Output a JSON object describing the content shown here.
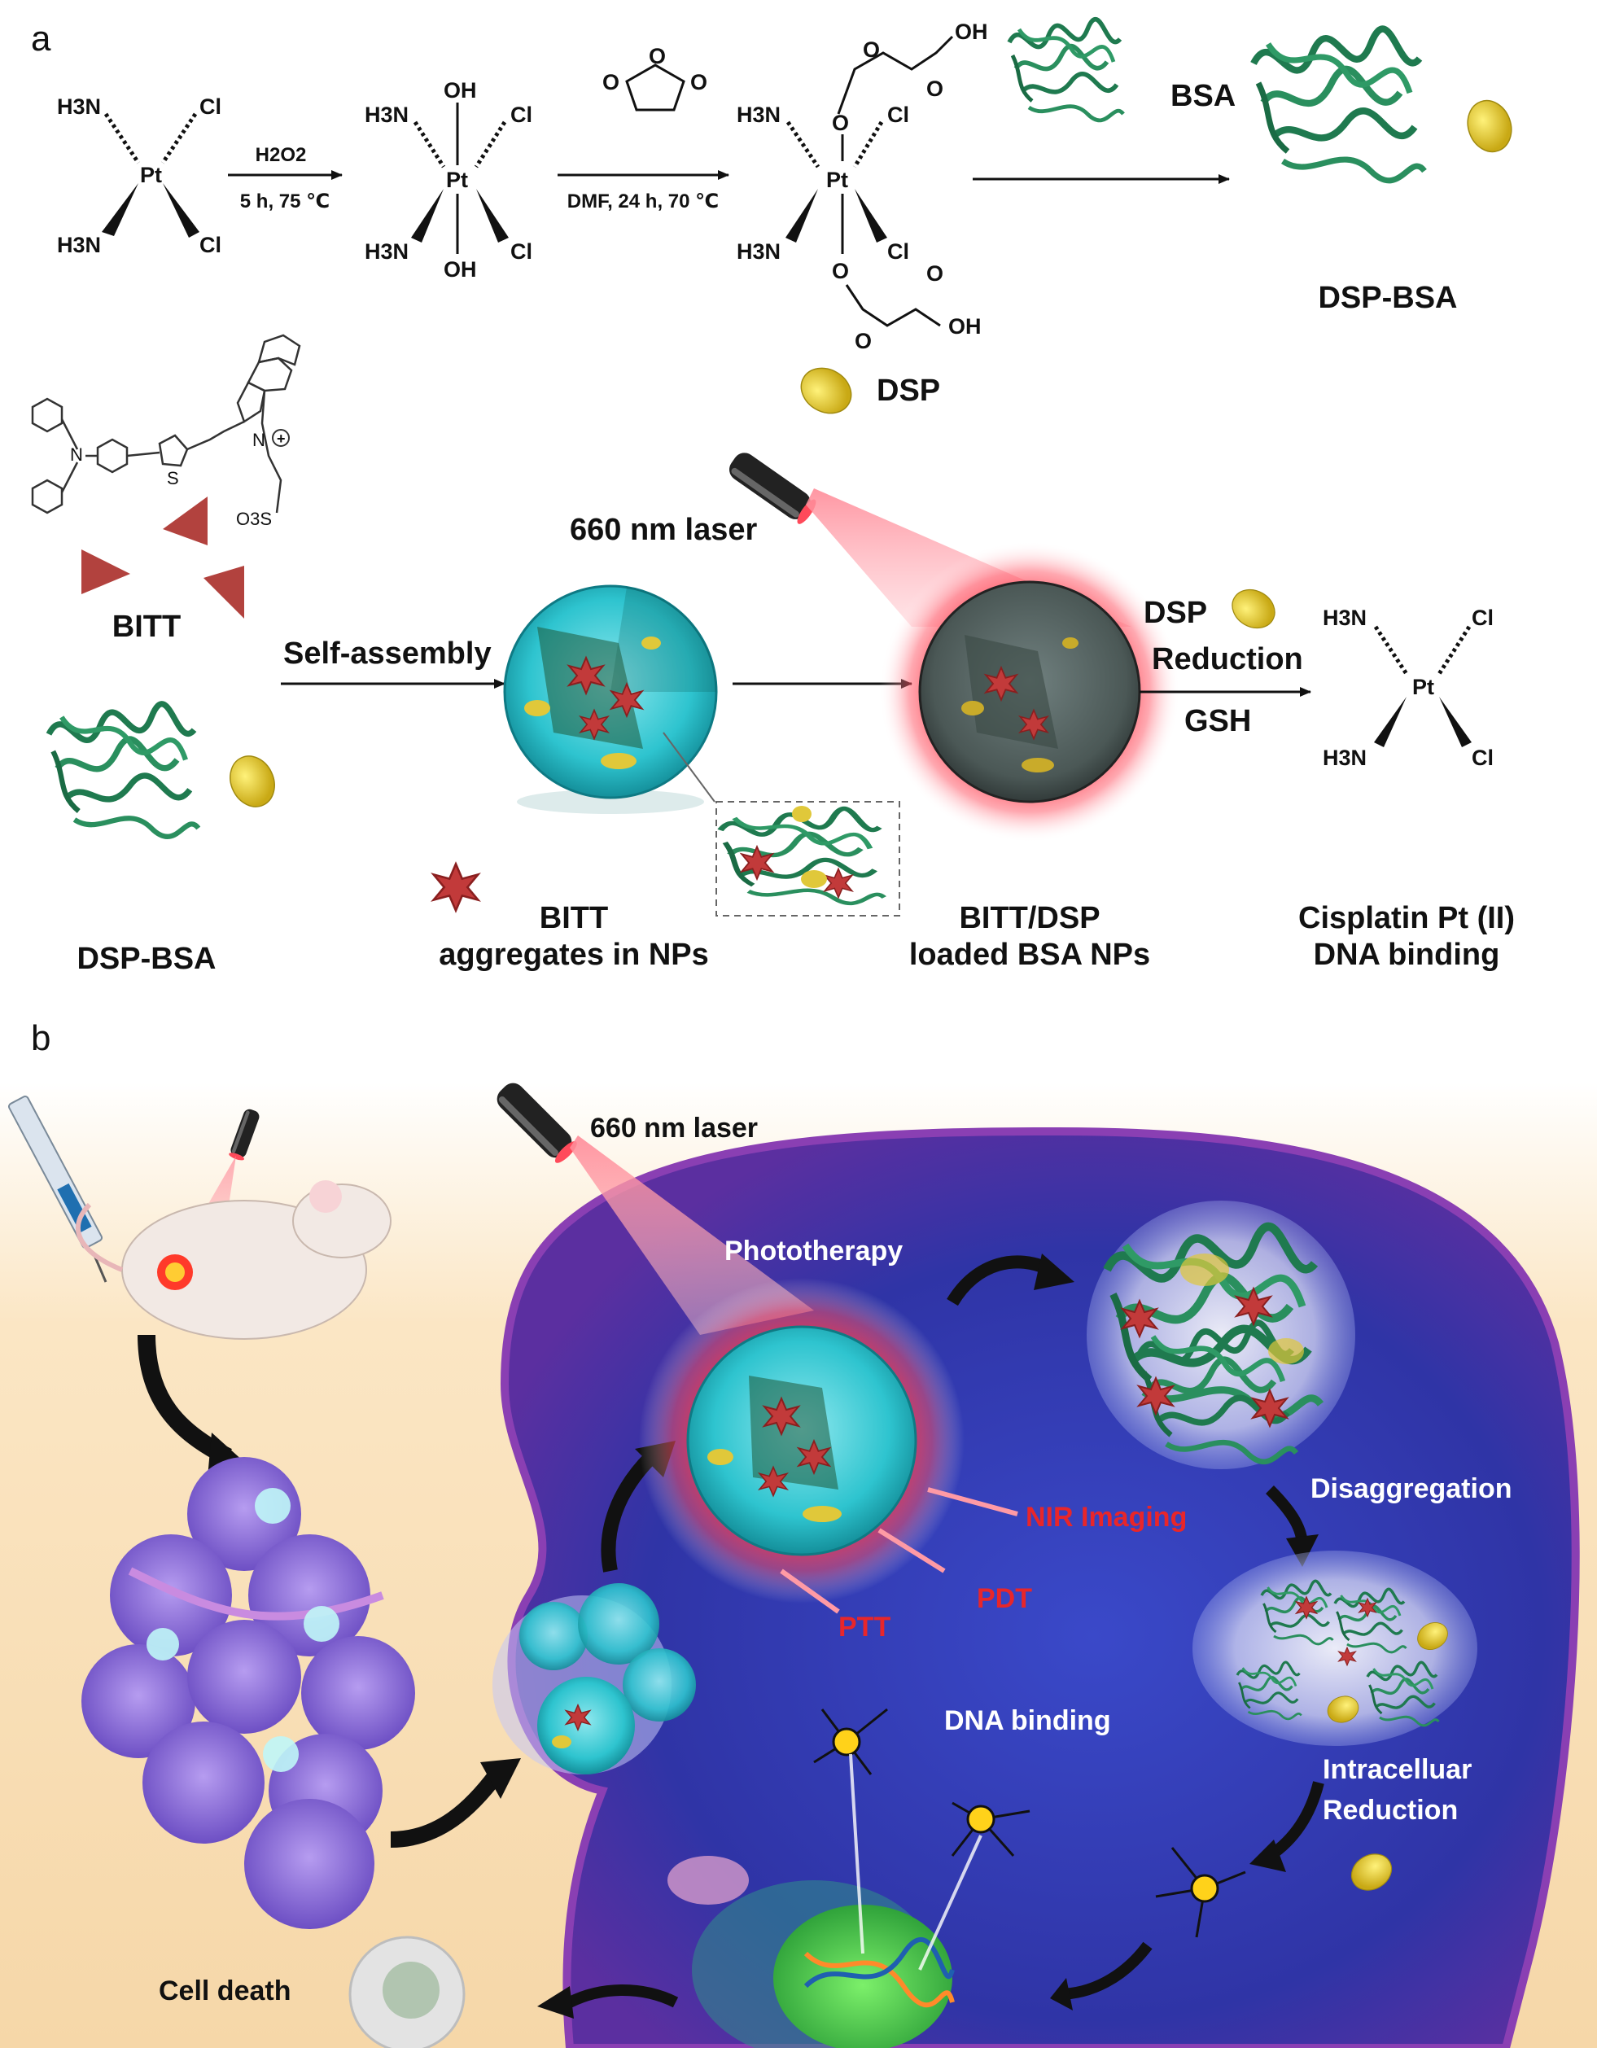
{
  "panel_a": {
    "label": "a",
    "cisplatin": {
      "h3n_top": "H3N",
      "h3n_bottom": "H3N",
      "cl_top": "Cl",
      "cl_bottom": "Cl",
      "pt": "Pt"
    },
    "step1": {
      "reagent": "H2O2",
      "conditions": "5 h, 75 ℃"
    },
    "oxoplatin": {
      "oh_top": "OH",
      "oh_bottom": "OH",
      "h3n_top": "H3N",
      "h3n_bottom": "H3N",
      "cl_top": "Cl",
      "cl_bottom": "Cl",
      "pt": "Pt"
    },
    "step2": {
      "conditions": "DMF, 24 h, 70 ℃"
    },
    "dsp_struct": {
      "oh_top": "OH",
      "o_top": "O",
      "o_top_link": "O",
      "oh_bottom": "OH",
      "o_bottom": "O",
      "o_bottom_link": "O",
      "h3n_top": "H3N",
      "h3n_bottom": "H3N",
      "cl_top": "Cl",
      "cl_bottom": "Cl",
      "pt": "Pt"
    },
    "dsp_label": "DSP",
    "bsa_label": "BSA",
    "dsp_bsa_top": "DSP-BSA",
    "bitt_label": "BITT",
    "bitt_n": "N",
    "bitt_s": "S",
    "bitt_so3": "O3S",
    "bitt_nplus": "N",
    "dsp_bsa_bottom": "DSP-BSA",
    "self_assembly": "Self-assembly",
    "laser_top": "660 nm laser",
    "bitt_agg_l1": "BITT",
    "bitt_agg_l2": "aggregates in NPs",
    "loaded_l1": "BITT/DSP",
    "loaded_l2": "loaded BSA NPs",
    "reduction_dsp": "DSP",
    "reduction_l1": "Reduction",
    "reduction_l2": "GSH",
    "cisplatin2": {
      "h3n_top": "H3N",
      "h3n_bottom": "H3N",
      "cl_top": "Cl",
      "cl_bottom": "Cl",
      "pt": "Pt"
    },
    "final_l1": "Cisplatin Pt (II)",
    "final_l2": "DNA binding"
  },
  "panel_b": {
    "label": "b",
    "laser": "660 nm laser",
    "phototherapy": "Phototherapy",
    "nir": "NIR Imaging",
    "pdt": "PDT",
    "ptt": "PTT",
    "disaggregation": "Disaggregation",
    "dna_binding": "DNA binding",
    "intracellular_l1": "Intracelluar",
    "intracellular_l2": "Reduction",
    "cell_death": "Cell death"
  },
  "colors": {
    "protein": "#1f7a4f",
    "nanoparticle": "#2ec4cf",
    "dsp": "#e0c83a",
    "bitt": "#b2423e",
    "laser": "#ff5a6a",
    "cell": "#3b3fb8",
    "cell_edge": "#8a3fb3"
  }
}
